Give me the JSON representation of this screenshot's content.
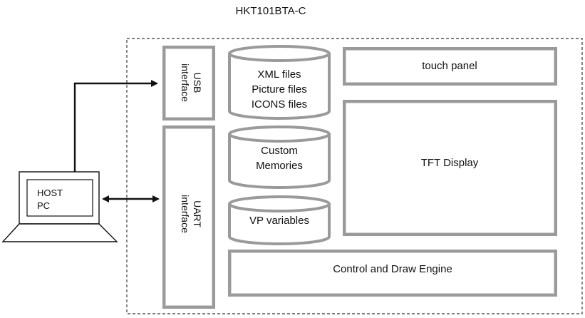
{
  "title": "HKT101BTA-C",
  "host": {
    "line1": "HOST",
    "line2": "PC"
  },
  "interfaces": {
    "usb": {
      "line1": "USB",
      "line2": "interface"
    },
    "uart": {
      "line1": "UART",
      "line2": "interface"
    }
  },
  "storage": {
    "xml": {
      "line1": "XML files",
      "line2": "Picture files",
      "line3": "ICONS files"
    },
    "custom": {
      "line1": "Custom",
      "line2": "Memories"
    },
    "vp": {
      "line1": "VP variables"
    }
  },
  "blocks": {
    "touch_panel": "touch panel",
    "tft_display": "TFT Display",
    "engine": "Control and Draw Engine"
  },
  "colors": {
    "stroke": "#111111",
    "box_border": "#9a9a9a",
    "box_inner": "#cfcfcf",
    "dashed": "#555555"
  }
}
